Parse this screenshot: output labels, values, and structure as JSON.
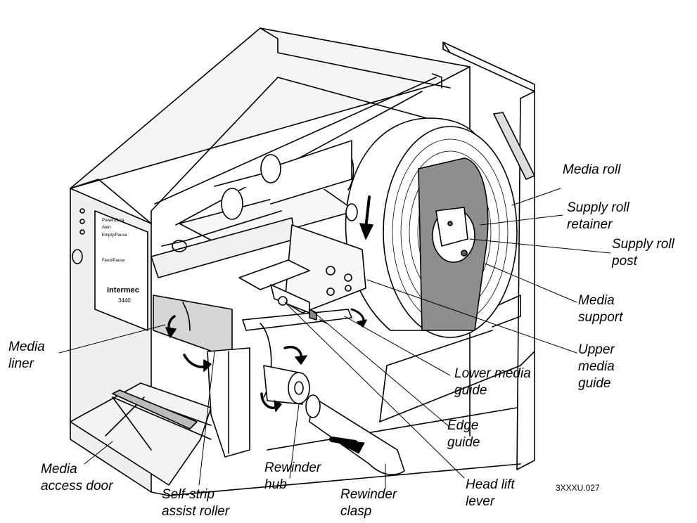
{
  "diagram": {
    "figure_id": "3XXXU.027",
    "labels": {
      "media_roll": "Media roll",
      "supply_roll_retainer": [
        "Supply roll",
        "retainer"
      ],
      "supply_roll_post": [
        "Supply roll",
        "post"
      ],
      "media_support": [
        "Media",
        "support"
      ],
      "upper_media_guide": [
        "Upper",
        "media",
        "guide"
      ],
      "lower_media_guide": [
        "Lower media",
        "guide"
      ],
      "edge_guide": [
        "Edge",
        "guide"
      ],
      "head_lift_lever": [
        "Head lift",
        "lever"
      ],
      "rewinder_clasp": [
        "Rewinder",
        "clasp"
      ],
      "rewinder_hub": [
        "Rewinder",
        "hub"
      ],
      "self_strip_assist_roller": [
        "Self-strip",
        "assist roller"
      ],
      "media_access_door": [
        "Media",
        "access door"
      ],
      "media_liner": [
        "Media",
        "liner"
      ]
    },
    "front_panel": {
      "indicators": [
        "Power/Data",
        "Alert",
        "Empty/Pause",
        "Feed/Pause"
      ],
      "brand": "Intermec",
      "model": "3440"
    }
  }
}
